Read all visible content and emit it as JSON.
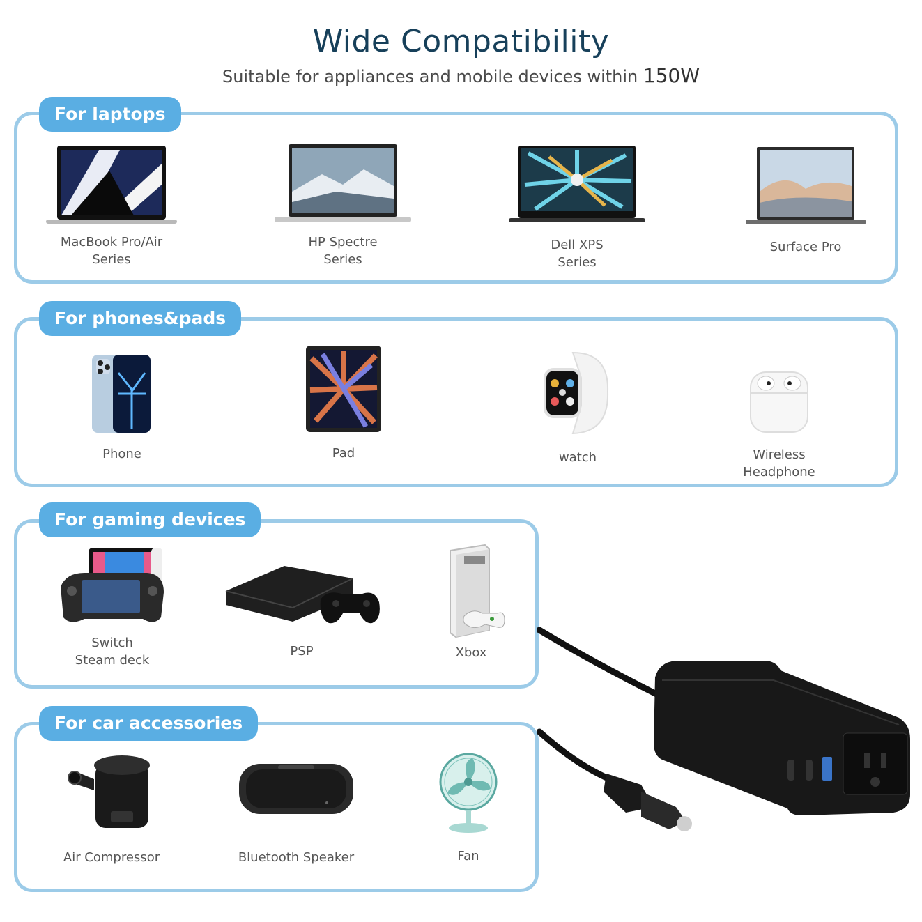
{
  "header": {
    "title": "Wide Compatibility",
    "subtitle": "Suitable for appliances and mobile devices within",
    "watt": "150W"
  },
  "sections": {
    "laptops": {
      "tag": "For laptops",
      "items": [
        "MacBook Pro/Air\nSeries",
        "HP Spectre\nSeries",
        "Dell XPS\nSeries",
        "Surface Pro"
      ]
    },
    "phones": {
      "tag": "For phones&pads",
      "items": [
        "Phone",
        "Pad",
        "watch",
        "Wireless\nHeadphone"
      ]
    },
    "gaming": {
      "tag": "For gaming devices",
      "items": [
        "Switch\nSteam deck",
        "PSP",
        "Xbox"
      ]
    },
    "car": {
      "tag": "For car accessories",
      "items": [
        "Air Compressor",
        "Bluetooth Speaker",
        "Fan"
      ]
    }
  },
  "colors": {
    "accent": "#5aaee3",
    "border": "#9ccbe8",
    "title": "#17405a"
  }
}
